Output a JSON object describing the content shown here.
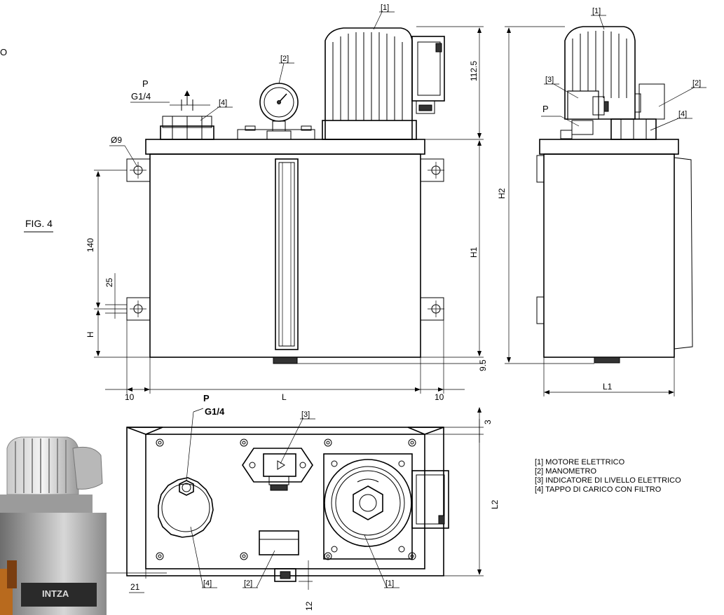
{
  "figure_label": "FIG. 4",
  "corner_text": "O",
  "callouts": {
    "motor": "[1]",
    "gauge": "[2]",
    "level": "[3]",
    "cap": "[4]"
  },
  "ports": {
    "pressure": "P",
    "thread": "G1/4"
  },
  "dimensions": {
    "mount_hole": "Ø9",
    "motor_height": "112.5",
    "hole_spacing": "140",
    "hole_offset": "25",
    "base_height": "H",
    "tank_height": "H1",
    "total_height": "H2",
    "bottom_offset": "9.5",
    "margin": "10",
    "length": "L",
    "side_width": "L1",
    "top_depth": "L2",
    "top_margin": "3",
    "plate_offset": "21",
    "plug_offset": "12"
  },
  "legend": [
    "[1] MOTORE ELETTRICO",
    "[2] MANOMETRO",
    "[3] INDICATORE DI LIVELLO ELETTRICO",
    "[4] TAPPO DI CARICO CON FILTRO"
  ],
  "photo": {
    "brand_text": "INTZA"
  }
}
